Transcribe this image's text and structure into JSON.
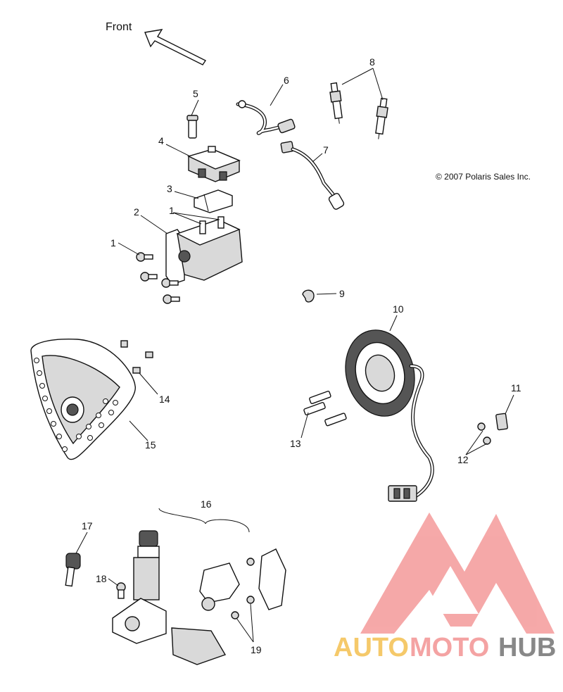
{
  "diagram": {
    "direction_label": "Front",
    "copyright": "© 2007 Polaris Sales Inc.",
    "callouts": {
      "c1a": "1",
      "c1b": "1",
      "c2": "2",
      "c3": "3",
      "c4": "4",
      "c5": "5",
      "c6": "6",
      "c7": "7",
      "c8": "8",
      "c9": "9",
      "c10": "10",
      "c11": "11",
      "c12": "12",
      "c13": "13",
      "c14": "14",
      "c15": "15",
      "c16": "16",
      "c17": "17",
      "c18": "18",
      "c19": "19"
    }
  },
  "watermark": {
    "word_a": "AUTO",
    "word_b": "MOTO",
    "word_c": "HUB",
    "color_a": "#f5c96a",
    "color_b": "#f4a3a3",
    "color_c": "#888888",
    "logo_color": "#f49a9a"
  }
}
